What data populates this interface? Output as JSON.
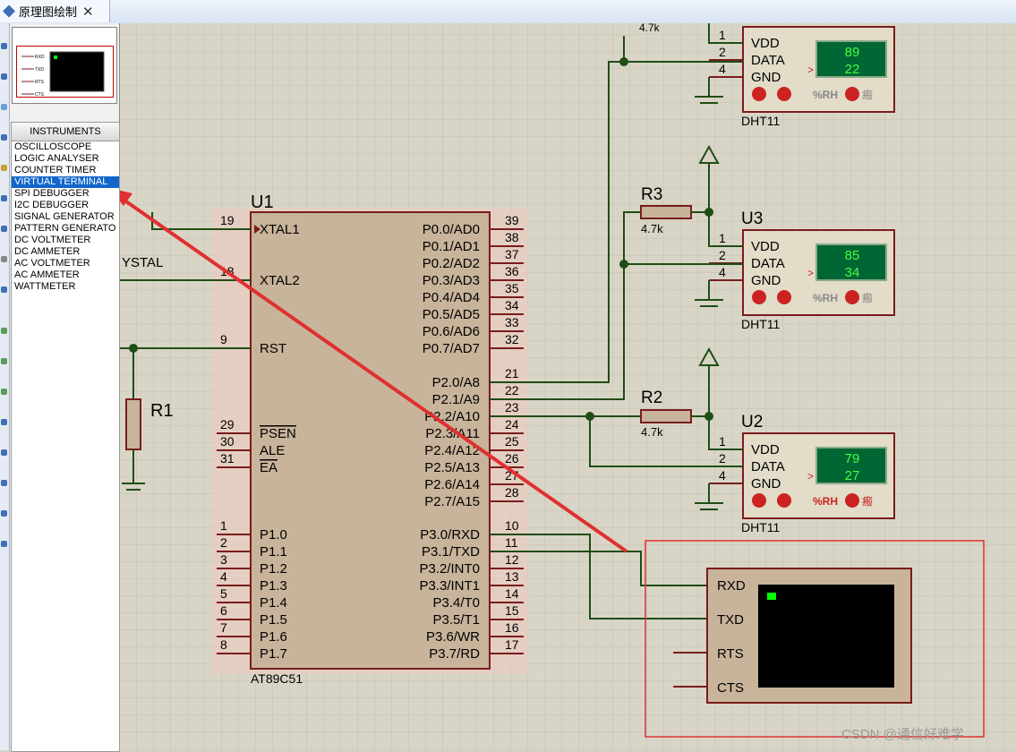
{
  "tab": {
    "title": "原理图绘制",
    "close": "✕"
  },
  "instruments": {
    "header": "INSTRUMENTS",
    "items": [
      {
        "label": "OSCILLOSCOPE"
      },
      {
        "label": "LOGIC ANALYSER"
      },
      {
        "label": "COUNTER TIMER"
      },
      {
        "label": "VIRTUAL TERMINAL"
      },
      {
        "label": "SPI DEBUGGER"
      },
      {
        "label": "I2C DEBUGGER"
      },
      {
        "label": "SIGNAL GENERATOR"
      },
      {
        "label": "PATTERN GENERATO"
      },
      {
        "label": "DC VOLTMETER"
      },
      {
        "label": "DC AMMETER"
      },
      {
        "label": "AC VOLTMETER"
      },
      {
        "label": "AC AMMETER"
      },
      {
        "label": "WATTMETER"
      }
    ],
    "selected_index": 3,
    "preview_pins": [
      "RXD",
      "TXD",
      "RTS",
      "CTS"
    ]
  },
  "schematic": {
    "mcu": {
      "ref": "U1",
      "part": "AT89C51",
      "left_pins": [
        {
          "num": "19",
          "name": "XTAL1"
        },
        {
          "num": "18",
          "name": "XTAL2"
        },
        {
          "num": "9",
          "name": "RST"
        },
        {
          "num": "29",
          "name": "PSEN"
        },
        {
          "num": "30",
          "name": "ALE"
        },
        {
          "num": "31",
          "name": "EA"
        },
        {
          "num": "1",
          "name": "P1.0"
        },
        {
          "num": "2",
          "name": "P1.1"
        },
        {
          "num": "3",
          "name": "P1.2"
        },
        {
          "num": "4",
          "name": "P1.3"
        },
        {
          "num": "5",
          "name": "P1.4"
        },
        {
          "num": "6",
          "name": "P1.5"
        },
        {
          "num": "7",
          "name": "P1.6"
        },
        {
          "num": "8",
          "name": "P1.7"
        }
      ],
      "right_pins": [
        {
          "num": "39",
          "name": "P0.0/AD0"
        },
        {
          "num": "38",
          "name": "P0.1/AD1"
        },
        {
          "num": "37",
          "name": "P0.2/AD2"
        },
        {
          "num": "36",
          "name": "P0.3/AD3"
        },
        {
          "num": "35",
          "name": "P0.4/AD4"
        },
        {
          "num": "34",
          "name": "P0.5/AD5"
        },
        {
          "num": "33",
          "name": "P0.6/AD6"
        },
        {
          "num": "32",
          "name": "P0.7/AD7"
        },
        {
          "num": "21",
          "name": "P2.0/A8"
        },
        {
          "num": "22",
          "name": "P2.1/A9"
        },
        {
          "num": "23",
          "name": "P2.2/A10"
        },
        {
          "num": "24",
          "name": "P2.3/A11"
        },
        {
          "num": "25",
          "name": "P2.4/A12"
        },
        {
          "num": "26",
          "name": "P2.5/A13"
        },
        {
          "num": "27",
          "name": "P2.6/A14"
        },
        {
          "num": "28",
          "name": "P2.7/A15"
        },
        {
          "num": "10",
          "name": "P3.0/RXD"
        },
        {
          "num": "11",
          "name": "P3.1/TXD"
        },
        {
          "num": "12",
          "name": "P3.2/INT0"
        },
        {
          "num": "13",
          "name": "P3.3/INT1"
        },
        {
          "num": "14",
          "name": "P3.4/T0"
        },
        {
          "num": "15",
          "name": "P3.5/T1"
        },
        {
          "num": "16",
          "name": "P3.6/WR"
        },
        {
          "num": "17",
          "name": "P3.7/RD"
        }
      ]
    },
    "crystal_label": "YSTAL",
    "r1": {
      "ref": "R1"
    },
    "resistors": [
      {
        "ref": "R3",
        "value": "4.7k"
      },
      {
        "ref": "R2",
        "value": "4.7k"
      }
    ],
    "top_resistor_value": "4.7k",
    "sensors": [
      {
        "ref": "",
        "part": "DHT11",
        "readings": [
          "89",
          "22"
        ],
        "unit": "%RH",
        "unit_color": "#888888"
      },
      {
        "ref": "U3",
        "part": "DHT11",
        "readings": [
          "85",
          "34"
        ],
        "unit": "%RH",
        "unit_color": "#888888"
      },
      {
        "ref": "U2",
        "part": "DHT11",
        "readings": [
          "79",
          "27"
        ],
        "unit": "%RH",
        "unit_color": "#cc2222"
      }
    ],
    "sensor_pins": [
      {
        "num": "1",
        "name": "VDD"
      },
      {
        "num": "2",
        "name": "DATA"
      },
      {
        "num": "4",
        "name": "GND"
      }
    ],
    "sensor_arrow": ">",
    "sensor_extra": "瘢",
    "terminal": {
      "pins": [
        "RXD",
        "TXD",
        "RTS",
        "CTS"
      ]
    },
    "watermark": "CSDN @通信好难学"
  },
  "colors": {
    "grid_bg": "#d8d5c6",
    "wire": "#1f4d14",
    "component_outline": "#7a1c1c",
    "component_fill": "#c8b49a",
    "sensor_fill": "#e2dcc8",
    "lcd_bg": "#006633",
    "lcd_text": "#44ff44",
    "annotation_red": "#e03030",
    "terminal_screen": "#000000"
  }
}
